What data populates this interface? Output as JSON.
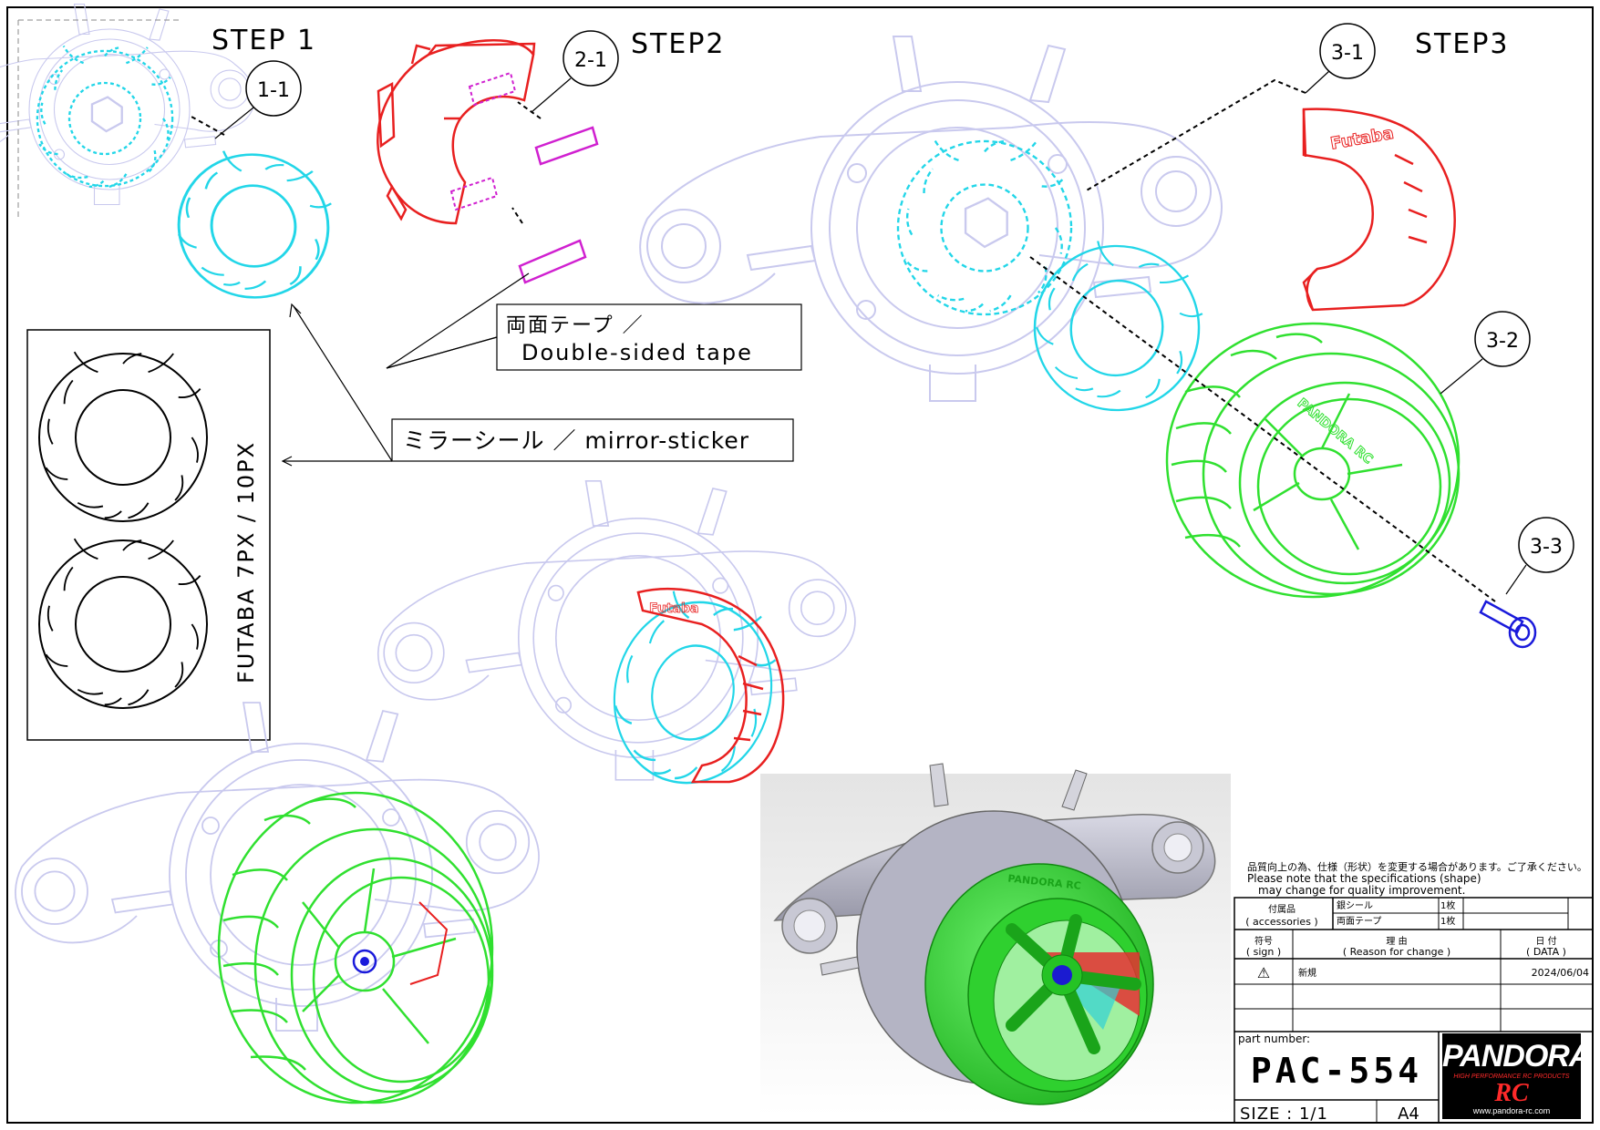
{
  "steps": {
    "step1": "STEP 1",
    "step2": "STEP2",
    "step3": "STEP3"
  },
  "callouts": {
    "c1_1": "1-1",
    "c2_1": "2-1",
    "c3_1": "3-1",
    "c3_2": "3-2",
    "c3_3": "3-3"
  },
  "labels": {
    "tape_jp": "両面テープ ／",
    "tape_en": "Double-sided tape",
    "mirror": "ミラーシール ／ mirror-sticker",
    "futaba": "FUTABA 7PX / 10PX"
  },
  "parts_text": {
    "caliper_brand": "Futaba",
    "tire_brand": "PANDORA RC"
  },
  "notice": {
    "jp": "品質向上の為、仕様（形状）を変更する場合があります。ご了承ください。",
    "en1": "Please note that the specifications (shape)",
    "en2": "may change for quality improvement."
  },
  "accessories": {
    "header_jp": "付属品",
    "header_en": "( accessories )",
    "items": [
      {
        "name": "銀シール",
        "qty": "1枚"
      },
      {
        "name": "両面テープ",
        "qty": "1枚"
      }
    ]
  },
  "revision": {
    "sign_jp": "符号",
    "sign_en": "( sign )",
    "reason_jp": "理 由",
    "reason_en": "( Reason for change )",
    "date_jp": "日 付",
    "date_en": "( DATA )",
    "row_symbol": "⚠",
    "row_reason": "新規",
    "row_date": "2024/06/04"
  },
  "part": {
    "label": "part number:",
    "number": "PAC-554",
    "size_label": "SIZE : 1/1",
    "paper": "A4"
  },
  "logo": {
    "name": "PANDORA",
    "tagline": "HIGH PERFORMANCE RC PRODUCTS",
    "rc": "RC",
    "url": "www.pandora-rc.com"
  },
  "colors": {
    "rotor": "#22d6e8",
    "caliper": "#e82020",
    "tape": "#d020d0",
    "tire": "#30e030",
    "screw": "#1a1adb",
    "ghost": "#c9c9ee"
  }
}
